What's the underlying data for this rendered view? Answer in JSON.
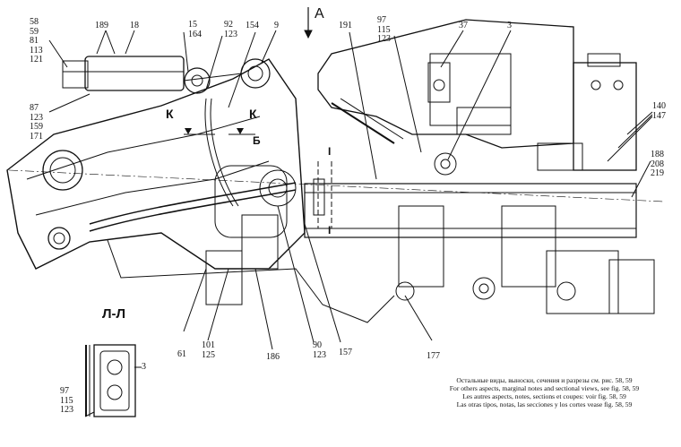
{
  "view_arrow_a": "А",
  "section_title": "Л-Л",
  "section_marks": {
    "k_left": "К",
    "k_right": "К",
    "b_mark": "Б",
    "i_top": "I",
    "i_bottom": "I"
  },
  "callouts_top": {
    "group_58": [
      "58",
      "59",
      "81",
      "113",
      "121"
    ],
    "c189": "189",
    "c18": "18",
    "group_15": [
      "15",
      "164"
    ],
    "group_92": [
      "92",
      "123"
    ],
    "c154": "154",
    "c9": "9",
    "c191": "191",
    "group_97": [
      "97",
      "115",
      "123"
    ],
    "c37": "37",
    "c3": "3"
  },
  "callouts_left": {
    "group_87": [
      "87",
      "123",
      "159",
      "171"
    ]
  },
  "callouts_right": {
    "group_140": [
      "140",
      "147"
    ],
    "group_188": [
      "188",
      "208",
      "219"
    ]
  },
  "callouts_bottom": {
    "c61": "61",
    "group_101": [
      "101",
      "125"
    ],
    "c186": "186",
    "group_90": [
      "90",
      "123"
    ],
    "c157": "157",
    "c177": "177"
  },
  "section_callouts": {
    "c3": "3",
    "group_97": [
      "97",
      "115",
      "123"
    ]
  },
  "notes": [
    "Остальные виды, выноски, сечения и разрезы см. рис. 58, 59",
    "For others aspects, marginal notes and sectional views, see fig. 58, 59",
    "Les autres aspects, notes, sections et coupes: voir fig. 58, 59",
    "Las otras tipos, notas, las secciones y los cortes vease fig. 58, 59"
  ]
}
